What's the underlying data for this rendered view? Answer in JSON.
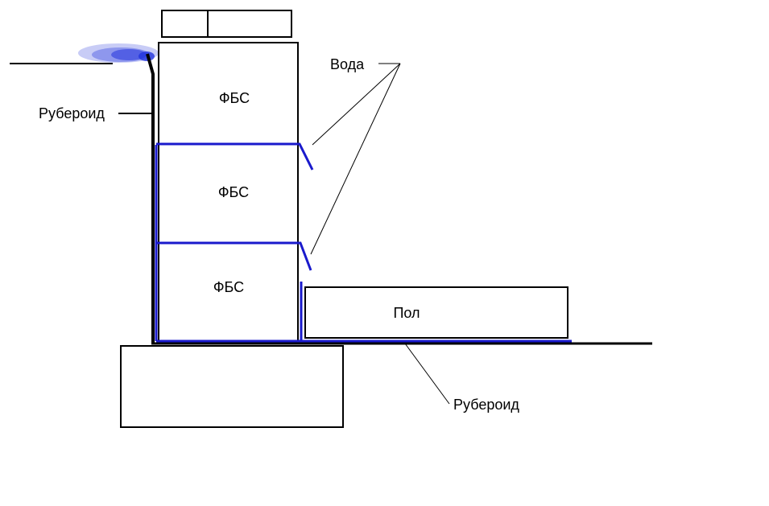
{
  "labels": {
    "block_1": "ФБС",
    "block_2": "ФБС",
    "block_3": "ФБС",
    "floor": "Пол",
    "water": "Вода",
    "roofing_felt_wall": "Рубероид",
    "roofing_felt_floor": "Рубероид"
  },
  "colors": {
    "outline": "#000000",
    "water_line": "#1a1acc",
    "soil_spray": "#2233dd",
    "background": "#ffffff"
  }
}
